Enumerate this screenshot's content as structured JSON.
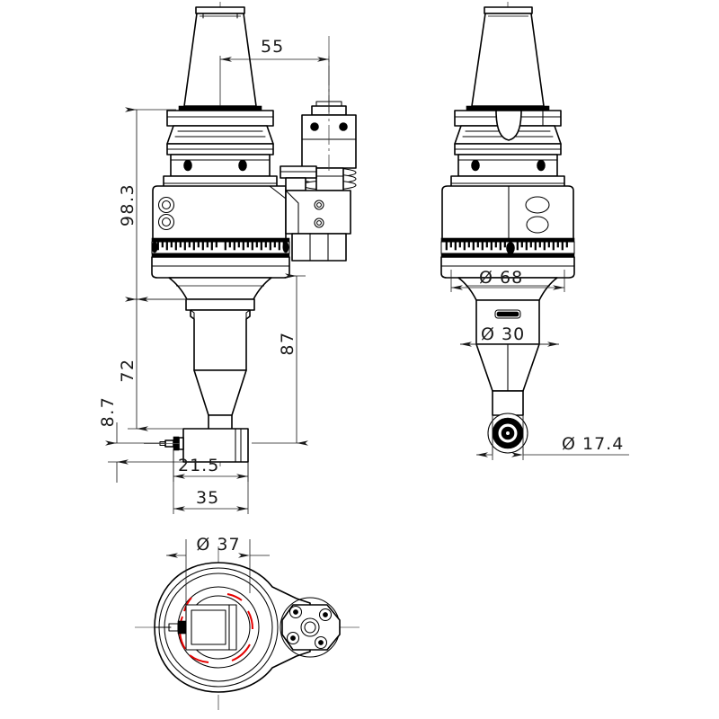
{
  "drawing": {
    "title": "Angle head tool holder technical drawing",
    "background_color": "#ffffff",
    "line_color": "#000000",
    "accent_color": "#e60000",
    "views": [
      {
        "id": "front-view",
        "name": "front-elevation-view"
      },
      {
        "id": "side-view",
        "name": "side-elevation-view"
      },
      {
        "id": "bottom-view",
        "name": "bottom-plan-view"
      }
    ]
  },
  "dimensions": {
    "d55": {
      "value": "55",
      "name": "dimension-55",
      "orientation": "horizontal",
      "view": "front-view"
    },
    "d98_3": {
      "value": "98.3",
      "name": "dimension-98-3",
      "orientation": "vertical",
      "view": "front-view"
    },
    "d87": {
      "value": "87",
      "name": "dimension-87",
      "orientation": "vertical",
      "view": "front-view"
    },
    "d72": {
      "value": "72",
      "name": "dimension-72",
      "orientation": "vertical",
      "view": "front-view"
    },
    "d8_7": {
      "value": "8.7",
      "name": "dimension-8-7",
      "orientation": "vertical",
      "view": "front-view"
    },
    "d21_5": {
      "value": "21.5",
      "name": "dimension-21-5",
      "orientation": "horizontal",
      "view": "front-view"
    },
    "d35": {
      "value": "35",
      "name": "dimension-35",
      "orientation": "horizontal",
      "view": "front-view"
    },
    "d68": {
      "value": "Ø 68",
      "name": "dimension-dia-68",
      "orientation": "horizontal",
      "view": "side-view"
    },
    "d30": {
      "value": "Ø 30",
      "name": "dimension-dia-30",
      "orientation": "horizontal",
      "view": "side-view"
    },
    "d17_4": {
      "value": "Ø 17.4",
      "name": "dimension-dia-17-4",
      "orientation": "horizontal",
      "view": "side-view"
    },
    "d37": {
      "value": "Ø 37",
      "name": "dimension-dia-37",
      "orientation": "horizontal",
      "view": "bottom-view"
    }
  }
}
